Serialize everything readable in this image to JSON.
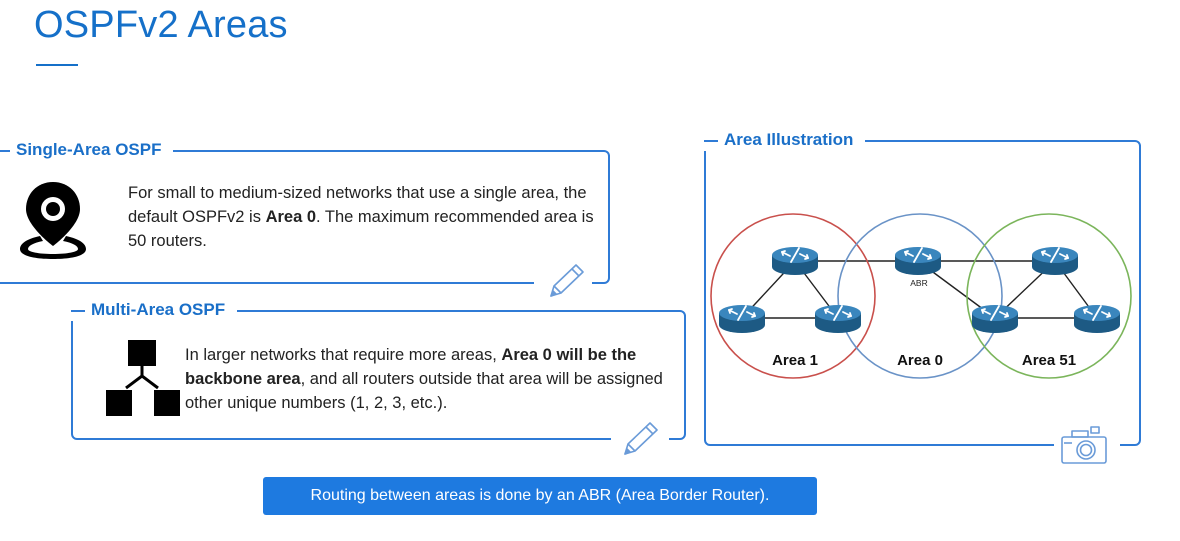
{
  "title": "OSPFv2 Areas",
  "single_area": {
    "heading": "Single-Area OSPF",
    "text_1": "For small to medium-sized networks that use a single area, the default OSPFv2 is ",
    "bold_1": "Area 0",
    "text_2": ". The maximum recommended area is 50 routers."
  },
  "multi_area": {
    "heading": "Multi-Area OSPF",
    "text_1": "In larger networks that require more areas, ",
    "bold_1": "Area 0 will be the backbone area",
    "text_2": ", and all routers outside that area will be assigned other unique numbers (1, 2, 3, etc.)."
  },
  "illustration": {
    "heading": "Area Illustration",
    "abr_label": "ABR",
    "areas": [
      {
        "label": "Area 1",
        "color": "#c9504c"
      },
      {
        "label": "Area 0",
        "color": "#6a93c7"
      },
      {
        "label": "Area 51",
        "color": "#7bb55b"
      }
    ]
  },
  "footer_text": "Routing between areas is done by an ABR (Area Border Router).",
  "icons": {
    "single_area": "location-pin-icon",
    "multi_area": "hierarchy-icon",
    "edit": "pencil-icon",
    "camera": "camera-icon",
    "router": "router-icon"
  },
  "colors": {
    "accent": "#1570c9",
    "panel_border": "#2f7bd6",
    "router": "#2a6f9f",
    "footer_bg": "#1e7ae0"
  }
}
